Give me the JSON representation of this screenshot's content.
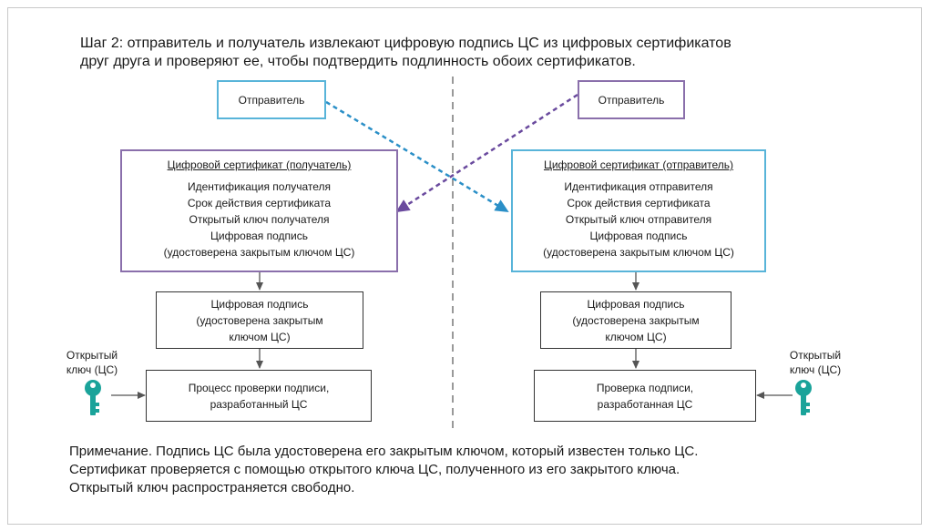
{
  "heading": {
    "line1": "Шаг 2: отправитель и получатель извлекают цифровую подпись ЦС из цифровых сертификатов",
    "line2": "друг друга и проверяют ее, чтобы подтвердить подлинность обоих сертификатов."
  },
  "left": {
    "sender_box": "Отправитель",
    "certificate": {
      "title": "Цифровой сертификат (получатель)",
      "lines": [
        "Идентификация получателя",
        "Срок действия сертификата",
        "Открытый ключ получателя",
        "Цифровая подпись",
        "(удостоверена закрытым ключом ЦС)"
      ]
    },
    "signature_box": [
      "Цифровая подпись",
      "(удостоверена закрытым",
      "ключом ЦС)"
    ],
    "key_label": [
      "Открытый",
      "ключ (ЦС)"
    ],
    "process_box": [
      "Процесс проверки подписи,",
      "разработанный ЦС"
    ]
  },
  "right": {
    "sender_box": "Отправитель",
    "certificate": {
      "title": "Цифровой сертификат (отправитель)",
      "lines": [
        "Идентификация отправителя",
        "Срок действия сертификата",
        "Открытый ключ отправителя",
        "Цифровая подпись",
        "(удостоверена закрытым ключом ЦС)"
      ]
    },
    "signature_box": [
      "Цифровая подпись",
      "(удостоверена закрытым",
      "ключом ЦС)"
    ],
    "key_label": [
      "Открытый",
      "ключ (ЦС)"
    ],
    "process_box": [
      "Проверка подписи,",
      "разработанная ЦС"
    ]
  },
  "note": [
    "Примечание. Подпись ЦС была удостоверена его закрытым ключом, который известен только ЦС.",
    "Сертификат проверяется с помощью открытого ключа ЦС, полученного из его закрытого ключа.",
    "Открытый ключ распространяется свободно."
  ],
  "colors": {
    "purple": "#8a6fab",
    "purple_arrow": "#6a4a9e",
    "blue": "#58b4d9",
    "blue_arrow": "#2a8fc7",
    "key_teal": "#1aa39a",
    "divider": "#999999"
  }
}
